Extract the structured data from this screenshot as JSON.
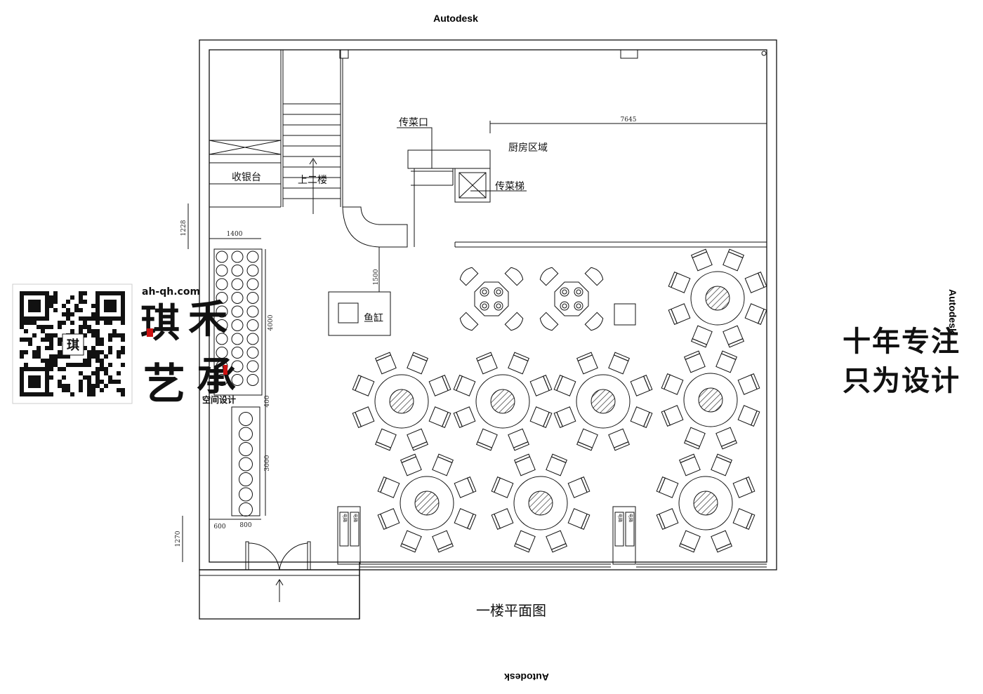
{
  "watermarks": {
    "top": "Autodesk",
    "right": "Autodesk",
    "bottom": "Autodesk"
  },
  "plan": {
    "title": "一楼平面图",
    "labels": {
      "cashier": "收银台",
      "stairs_up": "上二楼",
      "pass_window": "传菜口",
      "kitchen": "厨房区域",
      "dumbwaiter": "传菜梯",
      "fish_tank": "鱼缸",
      "power_box": "电箱"
    },
    "dimensions": {
      "kitchen_width": "7645",
      "left_gap": "1228",
      "tank_gap": "1500",
      "display_width": "1400",
      "display_upper": "4000",
      "display_gap": "400",
      "display_lower": "3000",
      "entry_gap": "600",
      "display_depth": "800",
      "entry_depth": "1270"
    }
  },
  "brand": {
    "site": "ah-qh.com",
    "name_1": "琪",
    "name_2": "禾",
    "name_3": "艺",
    "name_4": "承",
    "subtitle": "空间设计",
    "qr_badge": "琪"
  },
  "slogan": {
    "line1": "十年专注",
    "line2": "只为设计"
  },
  "colors": {
    "line": "#111111",
    "background": "#ffffff",
    "accent": "#cc1111"
  }
}
